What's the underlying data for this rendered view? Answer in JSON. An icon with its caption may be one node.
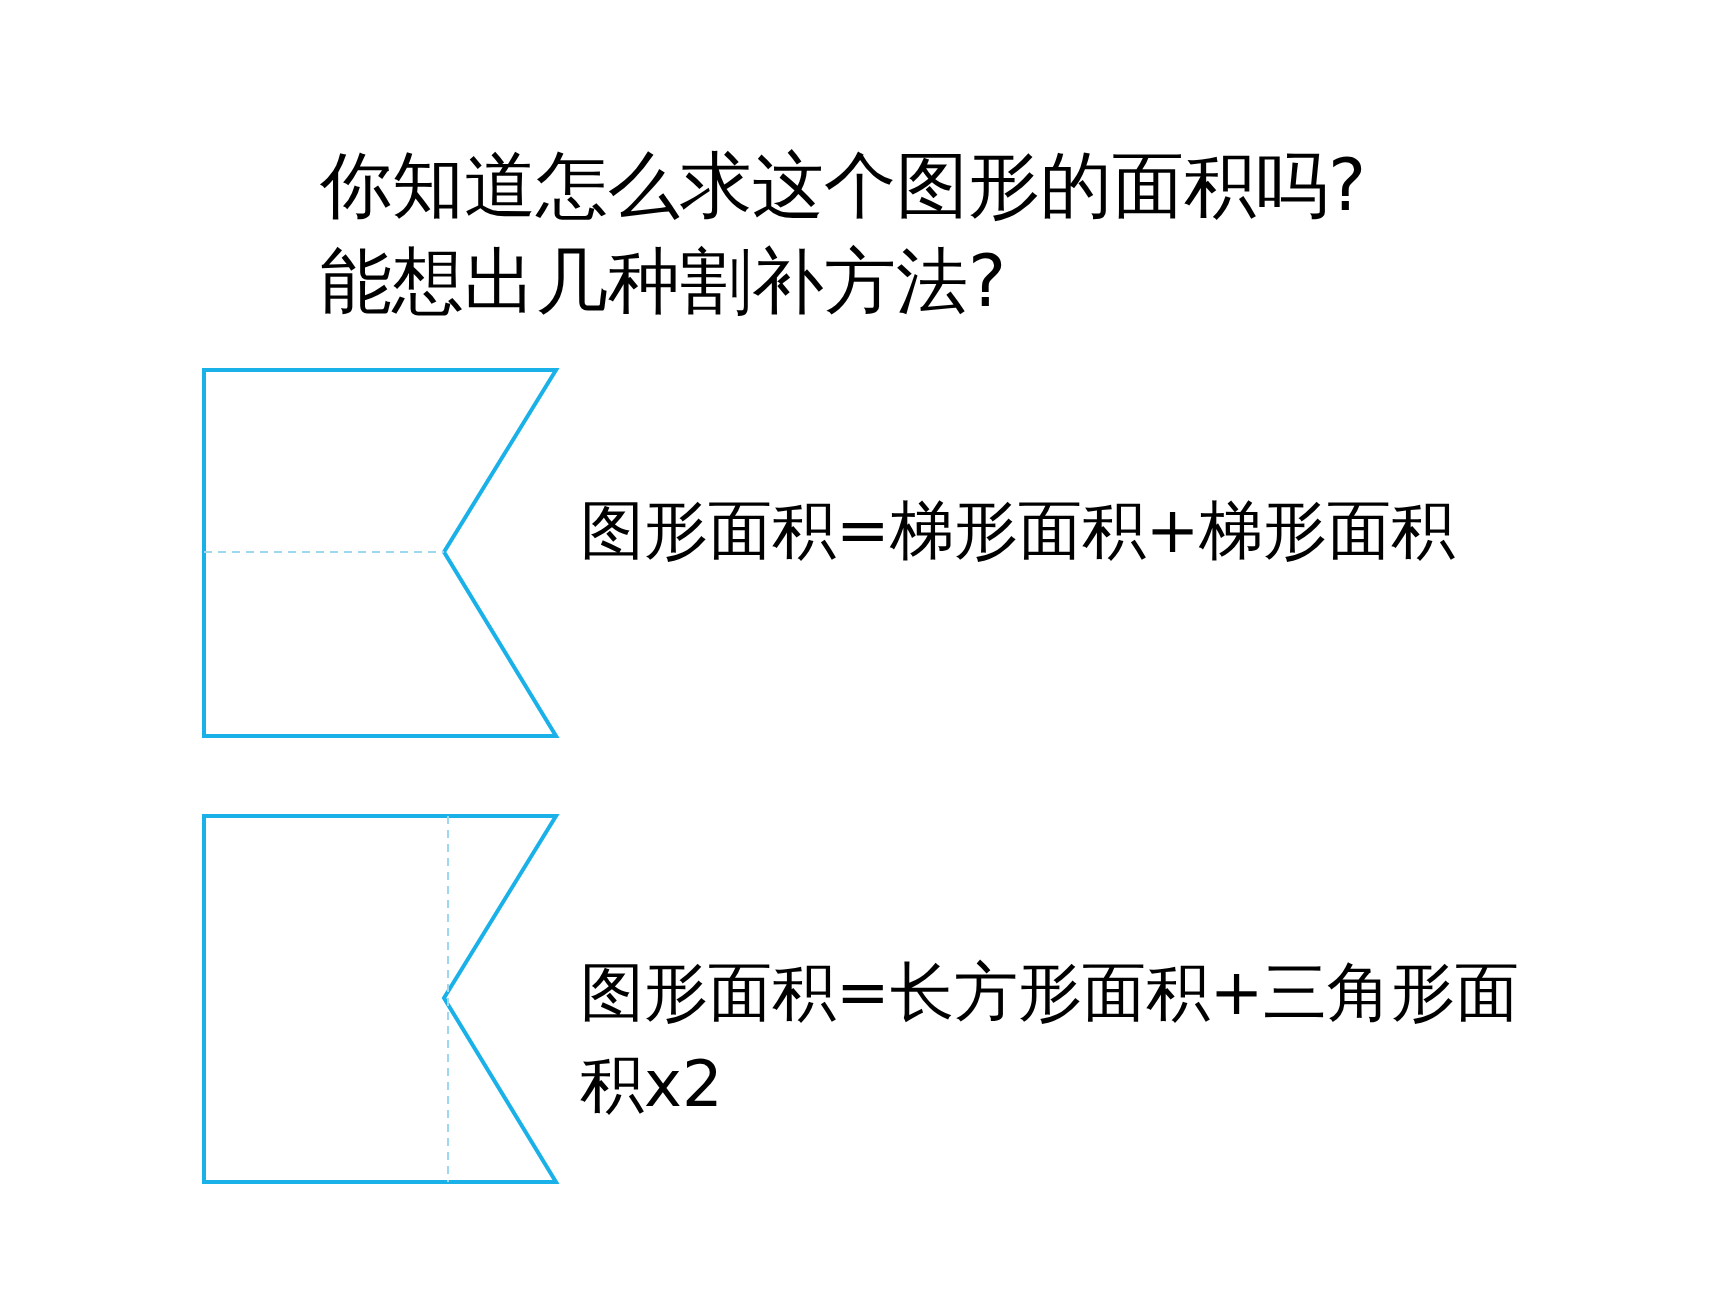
{
  "diagram": {
    "title": "你知道怎么求这个图形的面积吗?能想出几种割补方法?",
    "nodes": [
      {
        "text": [],
        "shape": "flag",
        "beside": [
          "图形面积=梯形面积+梯形面积"
        ]
      },
      {
        "text": [],
        "shape": "flag",
        "beside": [
          "图形面积=长方形面积+三角形面积x2"
        ]
      }
    ]
  }
}
